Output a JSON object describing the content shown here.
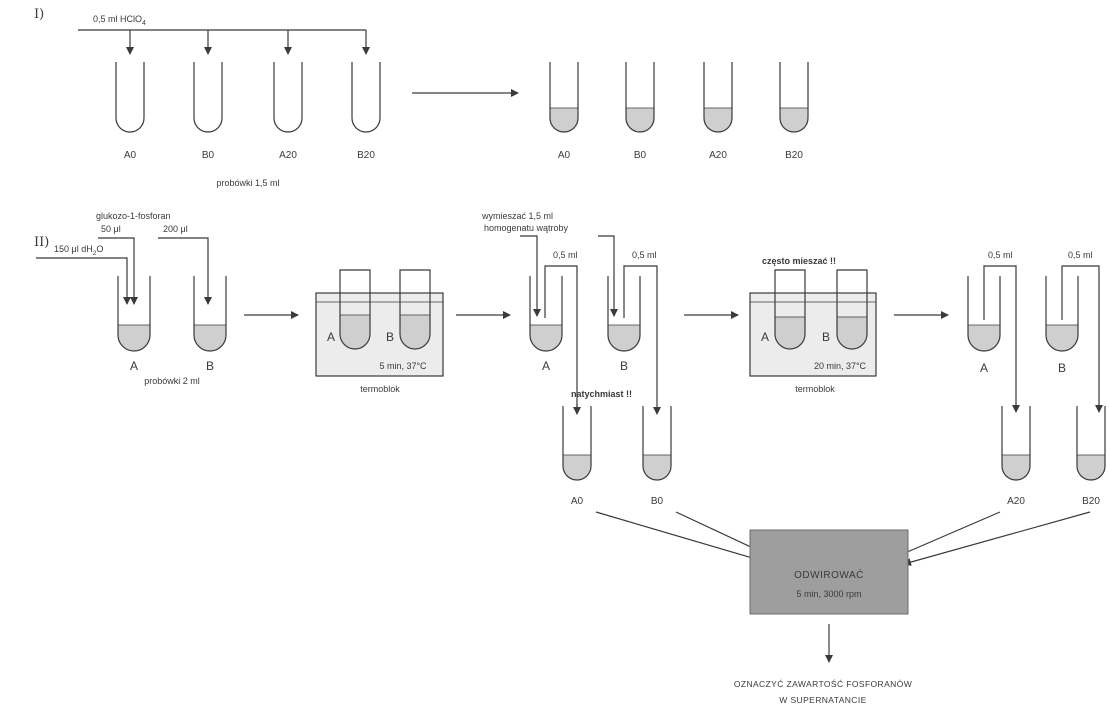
{
  "sections": {
    "first": "I)",
    "second": "II)"
  },
  "section1": {
    "reagent": "0,5 ml HClO",
    "reagent_sub": "4",
    "tubes_left": [
      "A0",
      "B0",
      "A20",
      "B20"
    ],
    "tubes_right": [
      "A0",
      "B0",
      "A20",
      "B20"
    ],
    "tubes_caption": "probówki 1,5 ml"
  },
  "section2": {
    "reagent_g1p_line1": "glukozo-1-fosforan",
    "reagent_g1p_line2": "50 μl",
    "reagent_water_pre": "150 μl dH",
    "reagent_water_sub": "2",
    "reagent_water_post": "O",
    "reagent_200": "200 μl",
    "tube_A": "A",
    "tube_B": "B",
    "tubes_caption": "probówki 2 ml",
    "bath1": {
      "A": "A",
      "B": "B",
      "condition": "5 min, 37°C",
      "caption": "termoblok"
    },
    "mix_line1": "wymieszać 1,5 ml",
    "mix_line2": "homogenatu wątroby",
    "transfer_vol_1": "0,5 ml",
    "transfer_vol_2": "0,5 ml",
    "mid_A": "A",
    "mid_B": "B",
    "immediately": "natychmiast !!",
    "stop_tubes": [
      "A0",
      "B0"
    ],
    "often_mix": "często mieszać !!",
    "bath2": {
      "A": "A",
      "B": "B",
      "condition": "20 min, 37°C",
      "caption": "termoblok"
    },
    "transfer_vol_3": "0,5 ml",
    "transfer_vol_4": "0,5 ml",
    "right_A": "A",
    "right_B": "B",
    "stop_tubes_2": [
      "A20",
      "B20"
    ],
    "centrifuge": {
      "title": "ODWIROWAĆ",
      "condition": "5 min, 3000 rpm"
    },
    "final_line1": "OZNACZYĆ ZAWARTOŚĆ FOSFORANÓW",
    "final_line2": "W SUPERNATANCIE"
  },
  "colors": {
    "line": "#3a3a3a",
    "liquid": "#cfcfcf",
    "bath": "#ececec",
    "centrifuge": "#9e9e9e"
  }
}
